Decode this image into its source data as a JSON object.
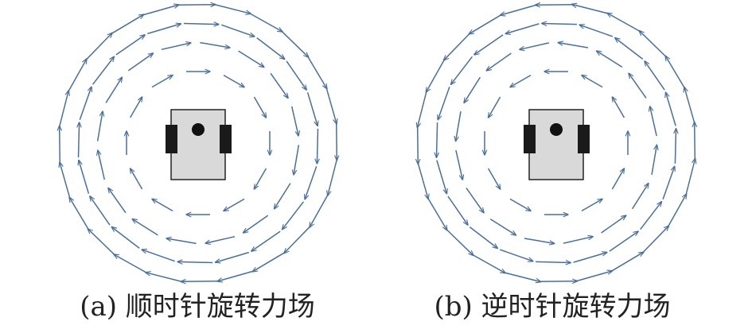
{
  "colors": {
    "arrow": "#4a6f9c",
    "robot_body": "#d9d9d9",
    "robot_outline": "#222222",
    "wheel": "#1a1a1a",
    "dot": "#111111"
  },
  "panels": [
    {
      "name": "clockwise",
      "caption": "(a) 顺时针旋转力场",
      "direction": "clockwise"
    },
    {
      "name": "counterclockwise",
      "caption": "(b) 逆时针旋转力场",
      "direction": "counterclockwise"
    }
  ],
  "field": {
    "rings": [
      {
        "arrows": 12
      },
      {
        "arrows": 16
      },
      {
        "arrows": 20
      },
      {
        "arrows": 24
      }
    ]
  }
}
